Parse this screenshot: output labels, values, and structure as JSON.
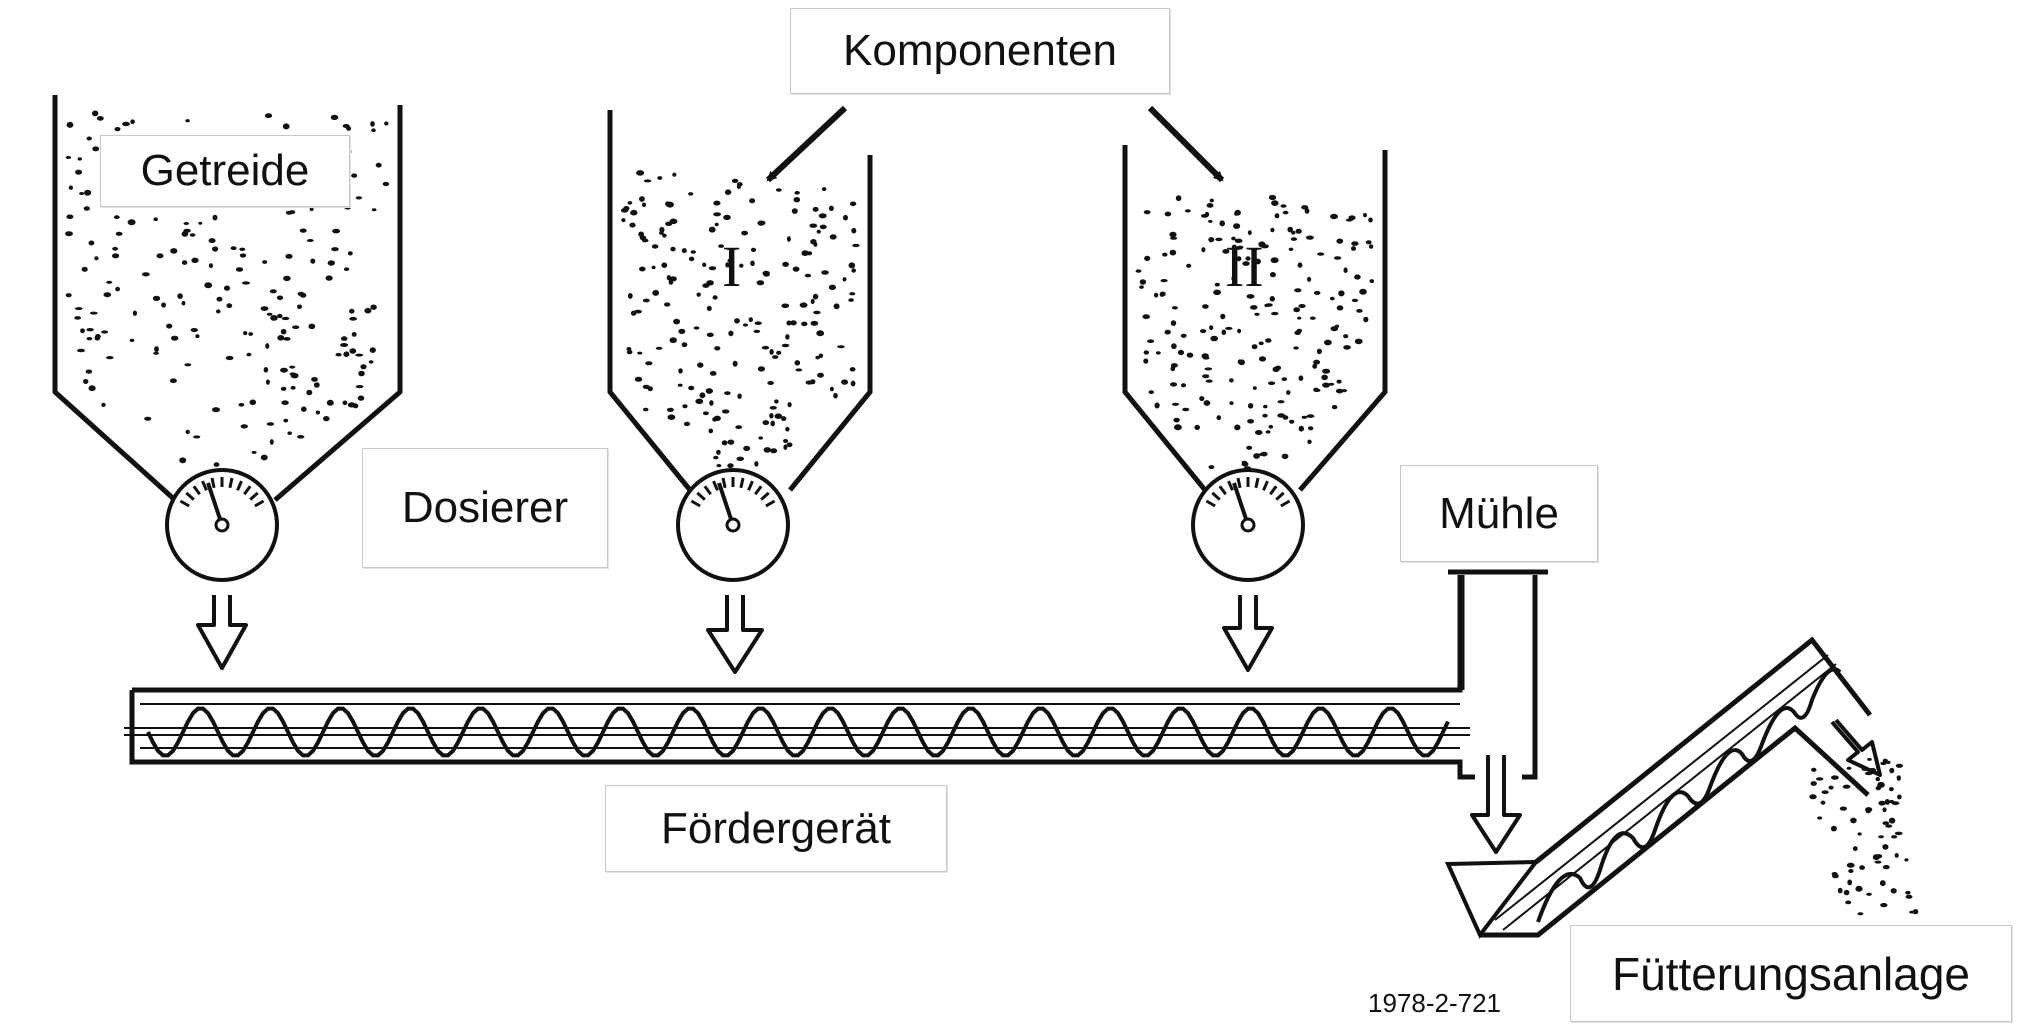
{
  "labels": {
    "getreide": "Getreide",
    "komponenten": "Komponenten",
    "component_1": "I",
    "component_2": "II",
    "dosierer": "Dosierer",
    "muehle": "Mühle",
    "foerdergeraet": "Fördergerät",
    "fuetterungsanlage": "Fütterungsanlage",
    "figure_code": "1978-2-721"
  },
  "colors": {
    "ink": "#111111",
    "background": "#ffffff"
  },
  "icons": {
    "dial": "dosing-dial-icon",
    "arrow": "hollow-down-arrow-icon"
  }
}
